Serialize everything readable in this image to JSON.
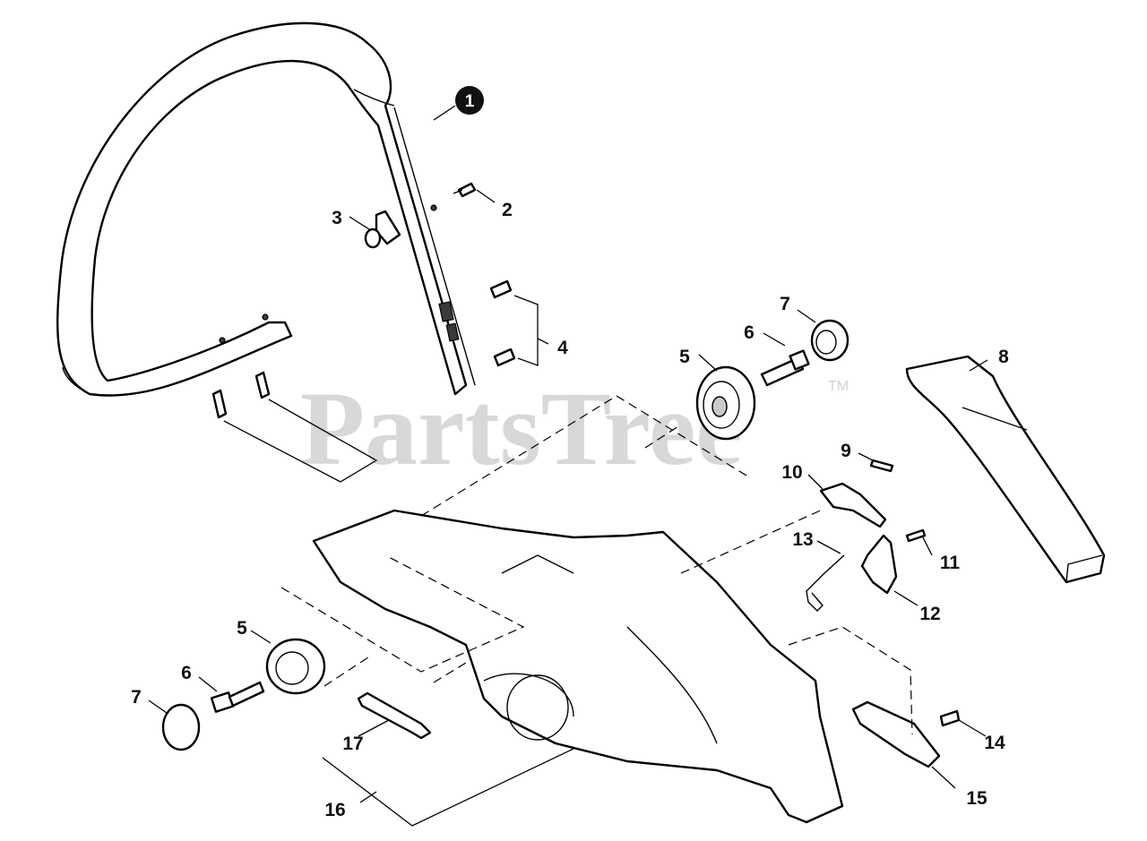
{
  "watermark": {
    "text": "PartsTree",
    "mark": "TM"
  },
  "callouts": {
    "p1": "1",
    "p2": "2",
    "p3": "3",
    "p4": "4",
    "p5_top": "5",
    "p6_top": "6",
    "p7_top": "7",
    "p8": "8",
    "p9": "9",
    "p10": "10",
    "p11": "11",
    "p12": "12",
    "p13": "13",
    "p14": "14",
    "p15": "15",
    "p16": "16",
    "p17": "17",
    "p5_bottom": "5",
    "p6_bottom": "6",
    "p7_bottom": "7"
  },
  "colors": {
    "line": "#000000",
    "background": "#ffffff",
    "watermark": "#d2d2d2",
    "highlight": "#111111"
  },
  "icons": [
    "front-handle-bar",
    "bolt",
    "spacer-collar",
    "rubber-mount",
    "plug-cap",
    "chain-cover",
    "pin",
    "lever",
    "spring",
    "brake-shoe",
    "crankcase",
    "guide-plate"
  ]
}
